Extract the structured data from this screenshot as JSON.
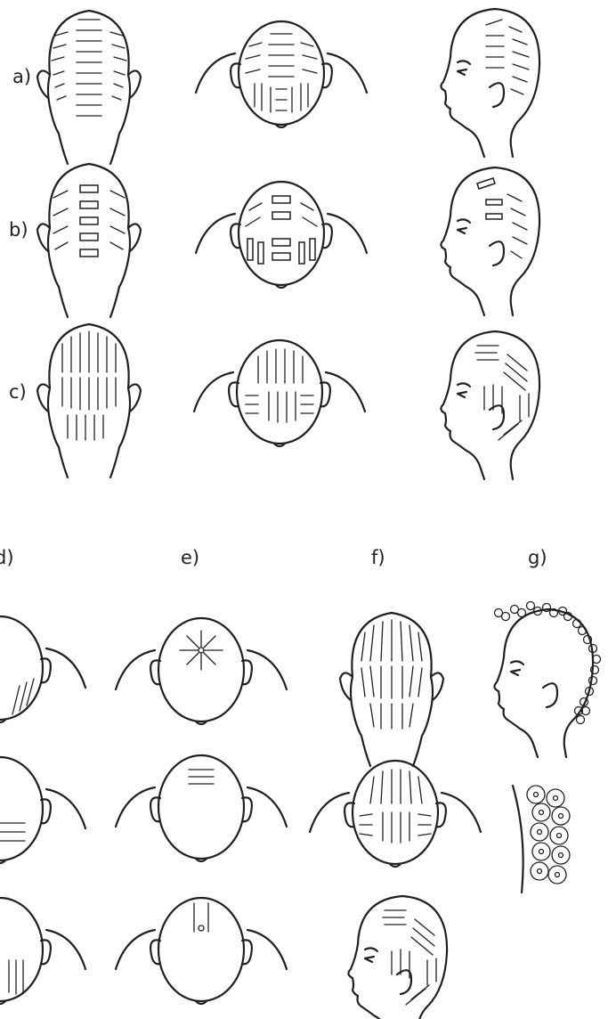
{
  "labels": {
    "a": "a)",
    "b": "b)",
    "c": "c)",
    "d": "d)",
    "e": "e)",
    "f": "f)",
    "g": "g)"
  }
}
